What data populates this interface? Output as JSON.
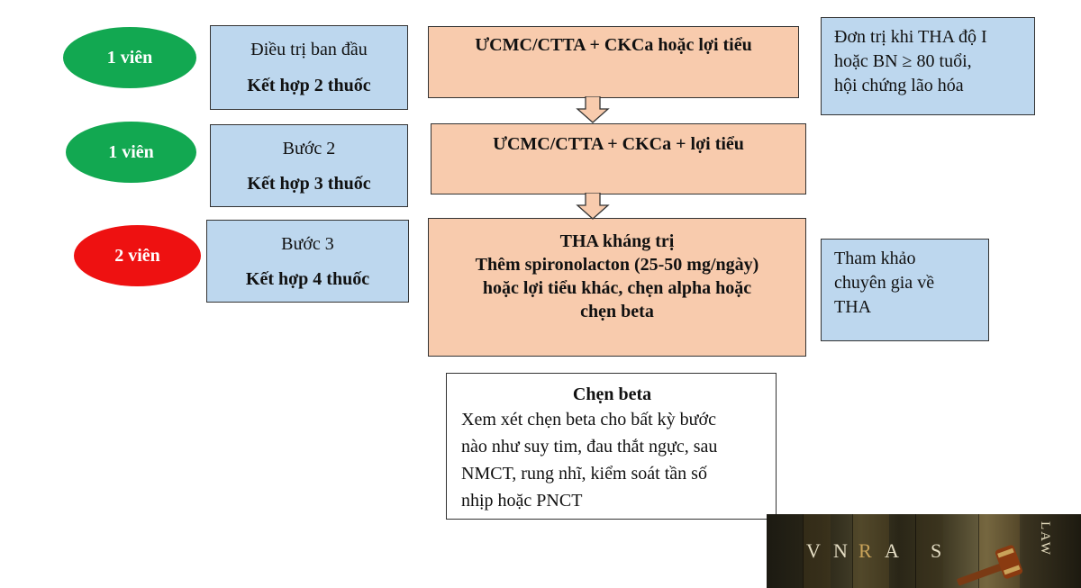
{
  "rows": [
    {
      "pill": {
        "label": "1 viên",
        "color": "#12a851"
      },
      "step": {
        "title": "Điều trị ban đầu",
        "combo": "Kết hợp 2 thuốc"
      },
      "regimen": [
        "ƯCMC/CTTA + CKCa hoặc lợi tiểu"
      ]
    },
    {
      "pill": {
        "label": "1 viên",
        "color": "#12a851"
      },
      "step": {
        "title": "Bước 2",
        "combo": "Kết hợp 3 thuốc"
      },
      "regimen": [
        "ƯCMC/CTTA + CKCa + lợi tiểu"
      ]
    },
    {
      "pill": {
        "label": "2 viên",
        "color": "#ee1111"
      },
      "step": {
        "title": "Bước 3",
        "combo": "Kết hợp 4 thuốc"
      },
      "regimen": [
        "THA kháng trị",
        "Thêm spironolacton (25-50 mg/ngày)",
        "hoặc lợi tiểu khác, chẹn alpha hoặc",
        "chẹn beta"
      ]
    }
  ],
  "side_notes": {
    "monotherapy": [
      "Đơn trị khi THA độ I",
      "hoặc BN ≥ 80 tuổi,",
      "hội chứng lão hóa"
    ],
    "consult": [
      "Tham khảo",
      "chuyên gia về",
      "THA"
    ]
  },
  "beta_note": {
    "title": "Chẹn beta",
    "lines": [
      "Xem xét chẹn beta cho bất kỳ bước",
      "nào như suy tim, đau thắt ngực, sau",
      "NMCT, rung nhĩ, kiểm soát tần số",
      "nhịp hoặc PNCT"
    ]
  },
  "logo": {
    "letters": [
      "V",
      "N",
      "R",
      "A",
      "S"
    ],
    "law": "LAW"
  },
  "colors": {
    "pill_green": "#12a851",
    "pill_red": "#ee1111",
    "step_blue": "#bdd7ee",
    "regimen_peach": "#f8cbad"
  }
}
